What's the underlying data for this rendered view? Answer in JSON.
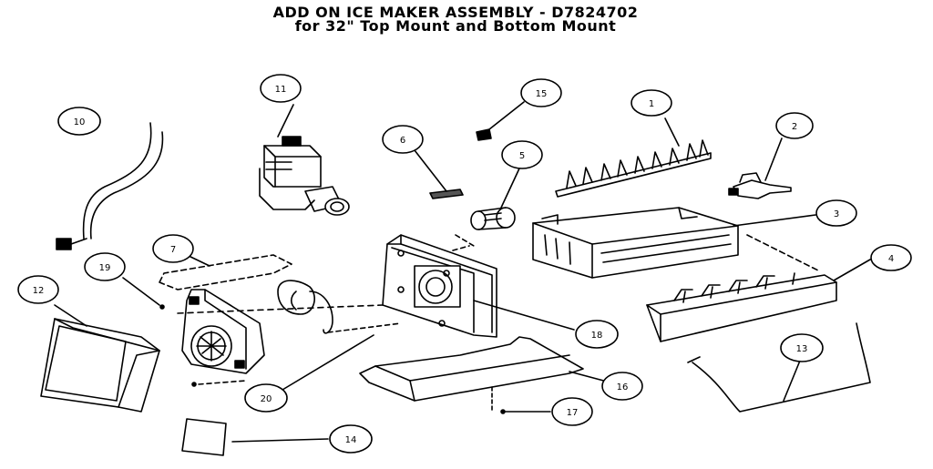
{
  "title_line_1": "ADD ON ICE MAKER ASSEMBLY  - D7824702",
  "title_line_2": "for 32\" Top Mount and Bottom Mount",
  "callouts": {
    "p1": "1",
    "p2": "2",
    "p3": "3",
    "p4": "4",
    "p5": "5",
    "p6": "6",
    "p7": "7",
    "p10": "10",
    "p11": "11",
    "p12": "12",
    "p13": "13",
    "p14": "14",
    "p15": "15",
    "p16": "16",
    "p17": "17",
    "p18": "18",
    "p19": "19",
    "p20": "20"
  },
  "colors": {
    "ink": "#000000",
    "paper": "#ffffff"
  }
}
